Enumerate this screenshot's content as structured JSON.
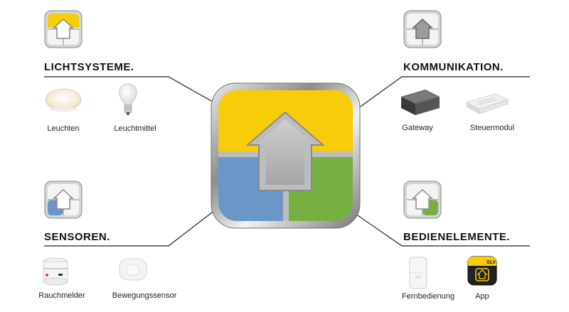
{
  "colors": {
    "yellow": "#f7cc08",
    "blue": "#6b97c8",
    "green": "#76b041",
    "house": "#b8b8b8",
    "frame": "#9a9a9a",
    "line": "#222222"
  },
  "sections": {
    "lichtsysteme": {
      "title": "LICHTSYSTEME.",
      "highlight": "yellow",
      "items": [
        "Leuchten",
        "Leuchtmittel"
      ]
    },
    "kommunikation": {
      "title": "KOMMUNIKATION.",
      "highlight": "gray",
      "items": [
        "Gateway",
        "Steuermodul"
      ]
    },
    "sensoren": {
      "title": "SENSOREN.",
      "highlight": "blue",
      "items": [
        "Rauchmelder",
        "Bewegungssensor"
      ]
    },
    "bedienelemente": {
      "title": "BEDIENELEMENTE.",
      "highlight": "green",
      "items": [
        "Fernbedienung",
        "App"
      ]
    }
  },
  "app_badge": "SLV"
}
